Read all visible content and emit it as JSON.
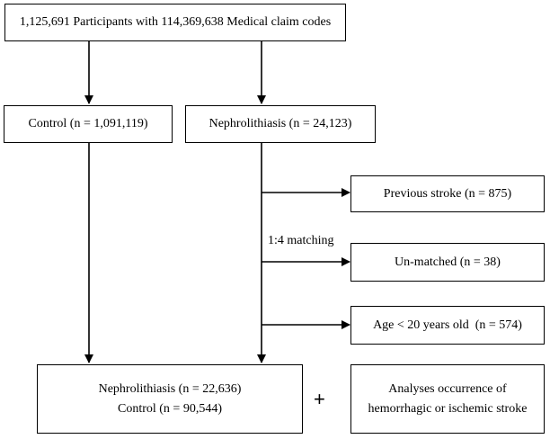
{
  "diagram": {
    "top_box": "1,125,691 Participants with 114,369,638 Medical claim codes",
    "control_box": "Control (n = 1,091,119)",
    "nephro_box": "Nephrolithiasis (n = 24,123)",
    "previous_stroke_box": "Previous stroke (n = 875)",
    "unmatched_box": "Un-matched (n = 38)",
    "age_box": "Age < 20 years old  (n = 574)",
    "matching_label": "1:4 matching",
    "final_box": {
      "line1": "Nephrolithiasis (n = 22,636)",
      "line2": "Control (n = 90,544)"
    },
    "plus_sign": "+",
    "analysis_box": {
      "line1": "Analyses occurrence of",
      "line2": "hemorrhagic or ischemic stroke"
    }
  }
}
